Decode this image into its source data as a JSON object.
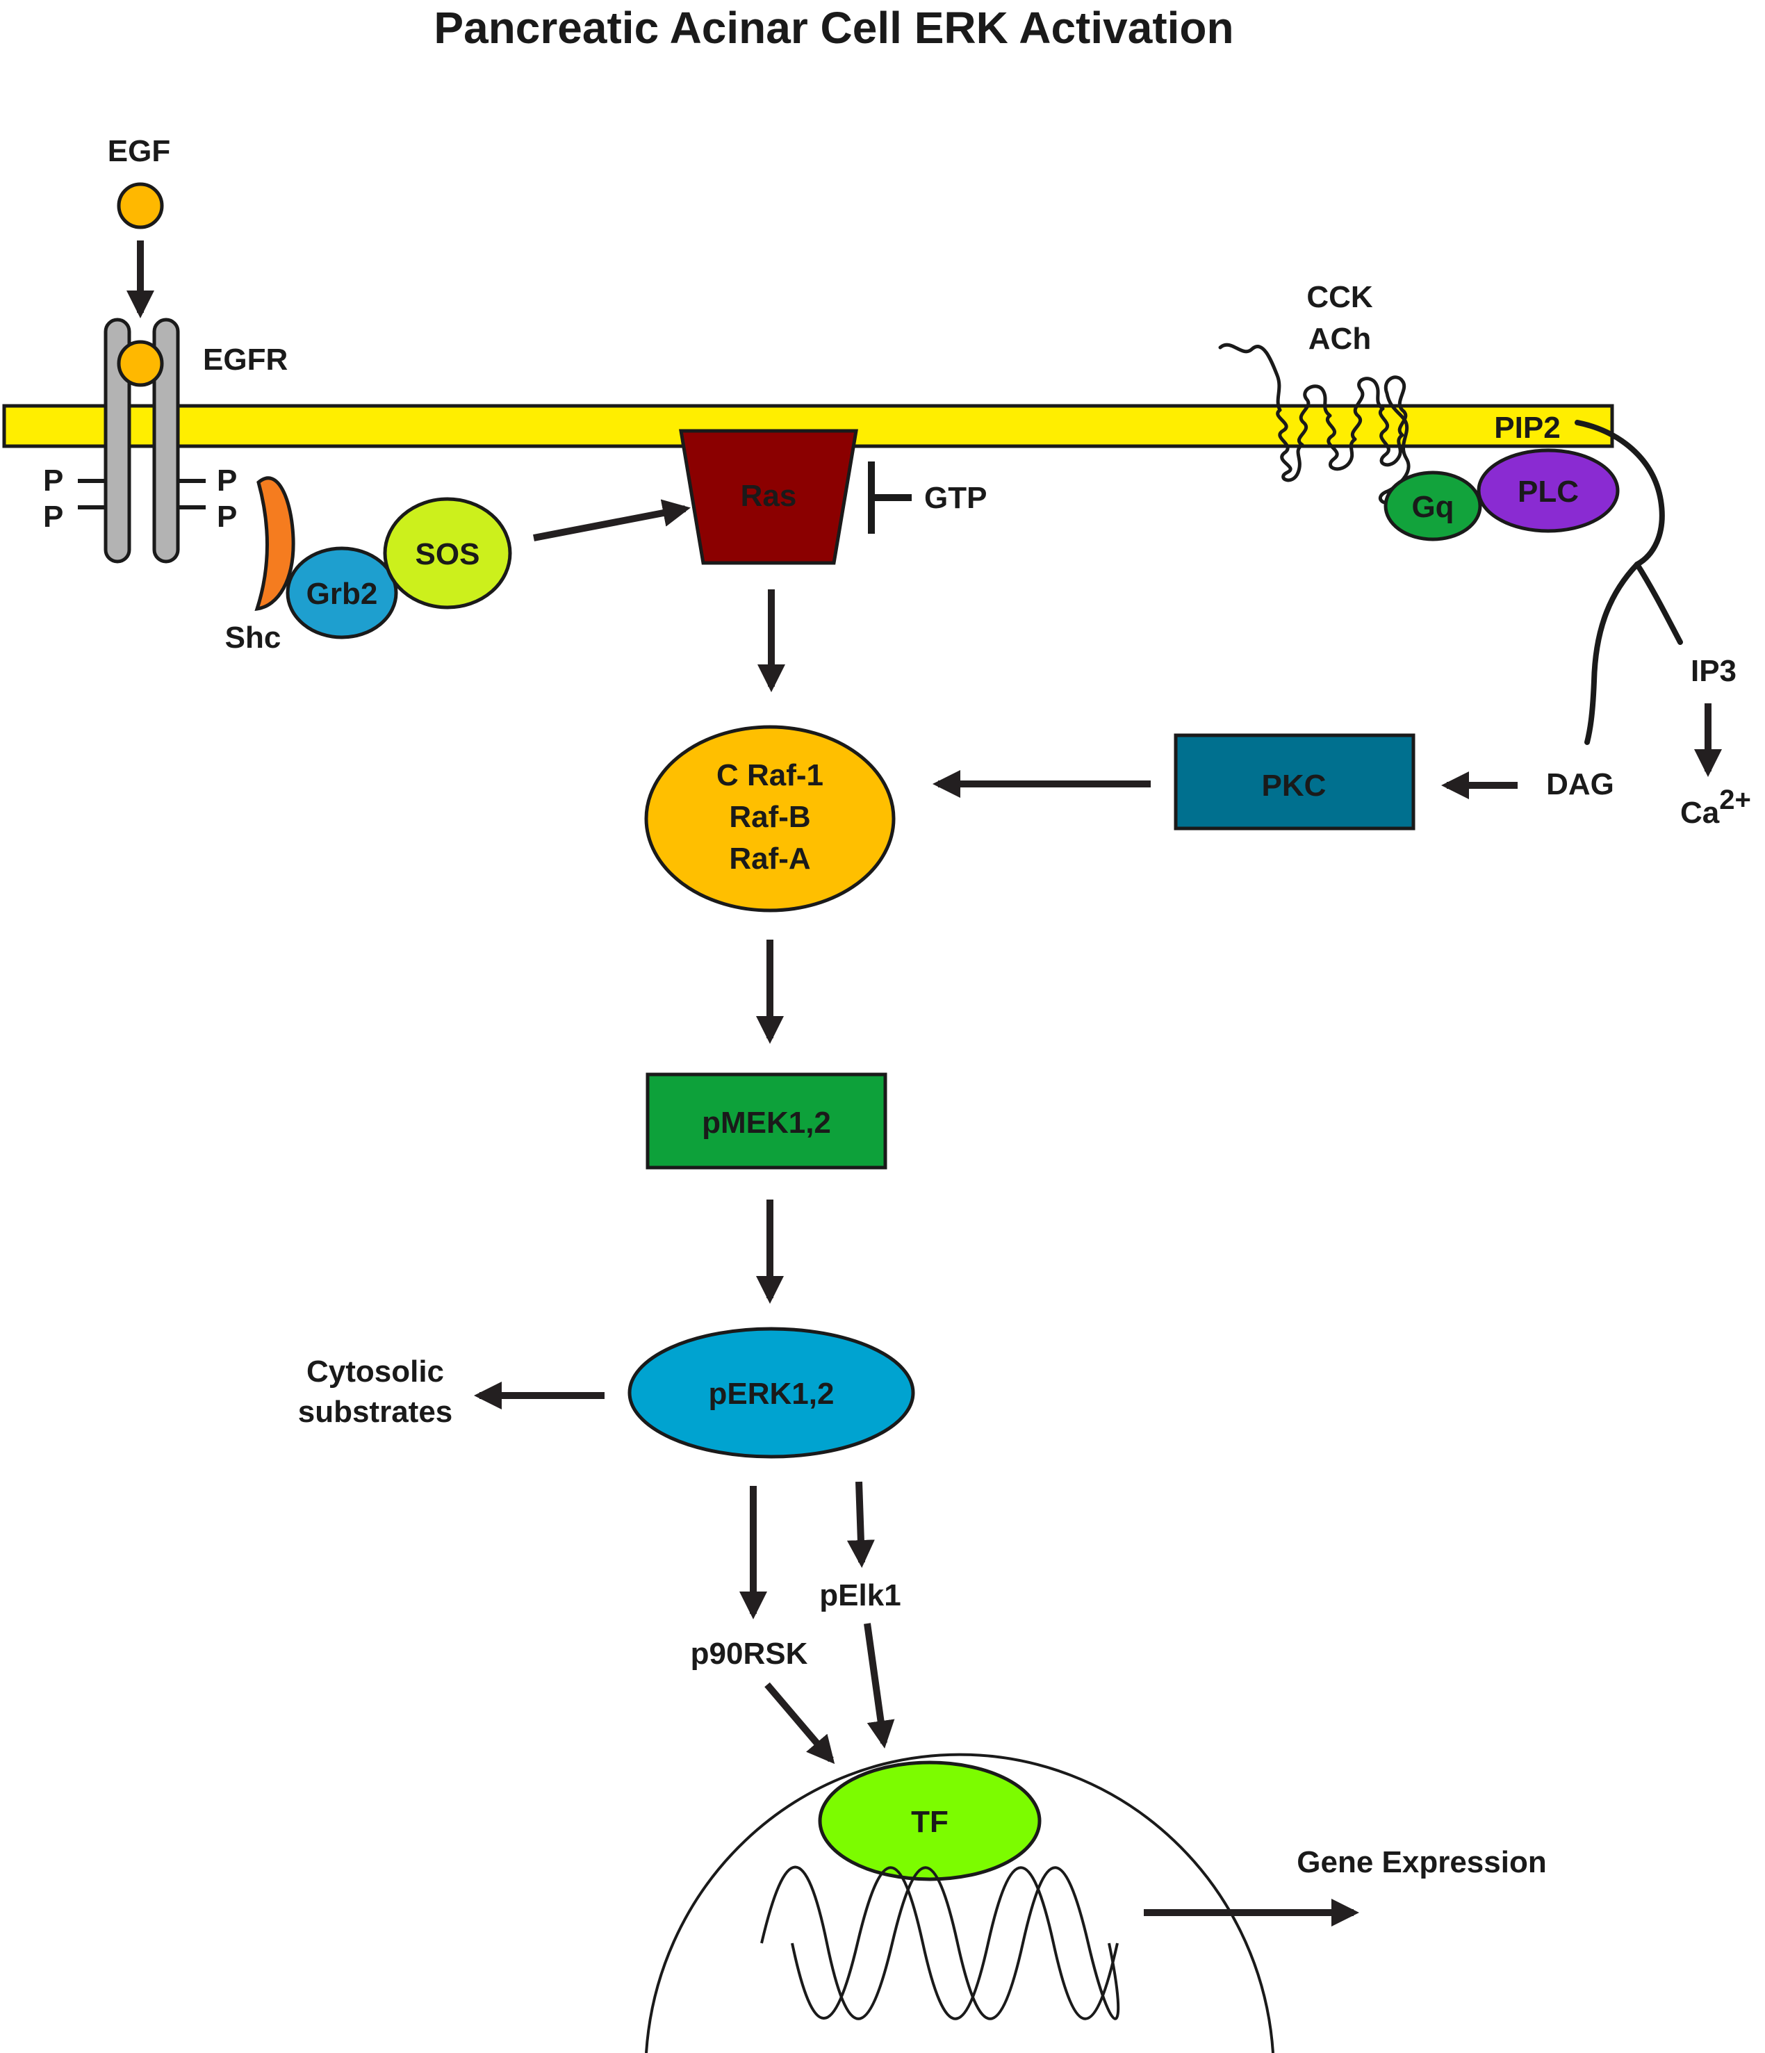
{
  "title": "Pancreatic Acinar Cell ERK Activation",
  "labels": {
    "egf": "EGF",
    "egfr": "EGFR",
    "p": "P",
    "shc": "Shc",
    "grb2": "Grb2",
    "sos": "SOS",
    "ras": "Ras",
    "gtp": "GTP",
    "cck": "CCK",
    "ach": "ACh",
    "pip2": "PIP2",
    "gq": "Gq",
    "plc": "PLC",
    "ip3": "IP3",
    "ca": "Ca",
    "ca_sup": "2+",
    "dag": "DAG",
    "pkc": "PKC",
    "raf_line1": "C Raf-1",
    "raf_line2": "Raf-B",
    "raf_line3": "Raf-A",
    "pmek": "pMEK1,2",
    "perk": "pERK1,2",
    "cytosolic_line1": "Cytosolic",
    "cytosolic_line2": "substrates",
    "p90rsk": "p90RSK",
    "pelk1": "pElk1",
    "tf": "TF",
    "gene_expression": "Gene Expression"
  },
  "colors": {
    "membrane": "#ffee00",
    "egf": "#ffb800",
    "receptor": "#b3b3b3",
    "shc": "#f57c1f",
    "grb2": "#1e9fcf",
    "sos": "#ccf01c",
    "ras": "#8b0000",
    "gq": "#12a33c",
    "plc": "#8a2bd2",
    "pkc": "#00708f",
    "raf": "#ffbf00",
    "pmek": "#0da13a",
    "perk": "#00a3d0",
    "tf": "#7cfc00",
    "arrow": "#231f20"
  }
}
